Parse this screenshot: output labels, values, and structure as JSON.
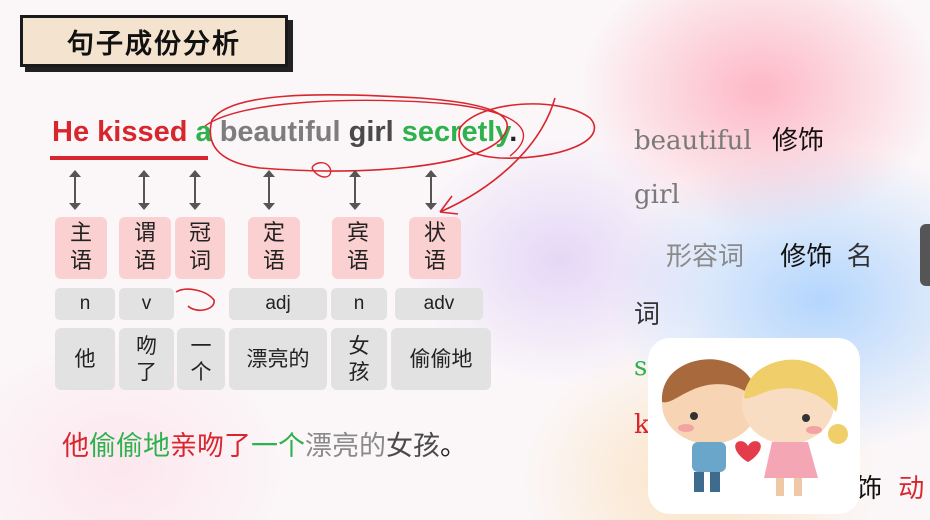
{
  "title": "句子成份分析",
  "sentence": {
    "words": [
      {
        "text": "He",
        "color": "#d8262e"
      },
      {
        "text": "kissed",
        "color": "#d8262e"
      },
      {
        "text": "a",
        "color": "#2fb14d"
      },
      {
        "text": "beautiful",
        "color": "#7d7d7d"
      },
      {
        "text": "girl",
        "color": "#4a4a4a"
      },
      {
        "text": "secretly",
        "color": "#2fb14d"
      },
      {
        "text": ".",
        "color": "#222222"
      }
    ]
  },
  "roles": [
    "主语",
    "谓语",
    "冠词",
    "定语",
    "宾语",
    "状语"
  ],
  "pos_tags": [
    "n",
    "v",
    "",
    "adj",
    "n",
    "adv"
  ],
  "translations": [
    "他",
    "吻了",
    "一个",
    "漂亮的",
    "女孩",
    "偷偷地"
  ],
  "full_translation": [
    {
      "text": "他",
      "color": "#d8262e"
    },
    {
      "text": "偷偷地",
      "color": "#2fb14d"
    },
    {
      "text": "亲吻了",
      "color": "#d8262e"
    },
    {
      "text": "一个",
      "color": "#2fb14d"
    },
    {
      "text": "漂亮的",
      "color": "#8a8a8a"
    },
    {
      "text": "女孩",
      "color": "#4a4a4a"
    },
    {
      "text": "。",
      "color": "#222222"
    }
  ],
  "notes": {
    "line1_word": "beautiful",
    "line1_verb": "修饰",
    "line2_word": "girl",
    "line3_a": "形容词",
    "line3_b": "修饰",
    "line3_c": "名",
    "line4": "词",
    "line5_partial": "s",
    "line6_partial": "k",
    "line7_a": "饰",
    "line7_b": "动"
  },
  "colors": {
    "red": "#d8262e",
    "green": "#2fb14d",
    "gray": "#7d7d7d",
    "role_bg": "#fbd0d0",
    "tag_bg": "#e2e2e2"
  },
  "sticker_icon": "kissing-couple-cartoon"
}
